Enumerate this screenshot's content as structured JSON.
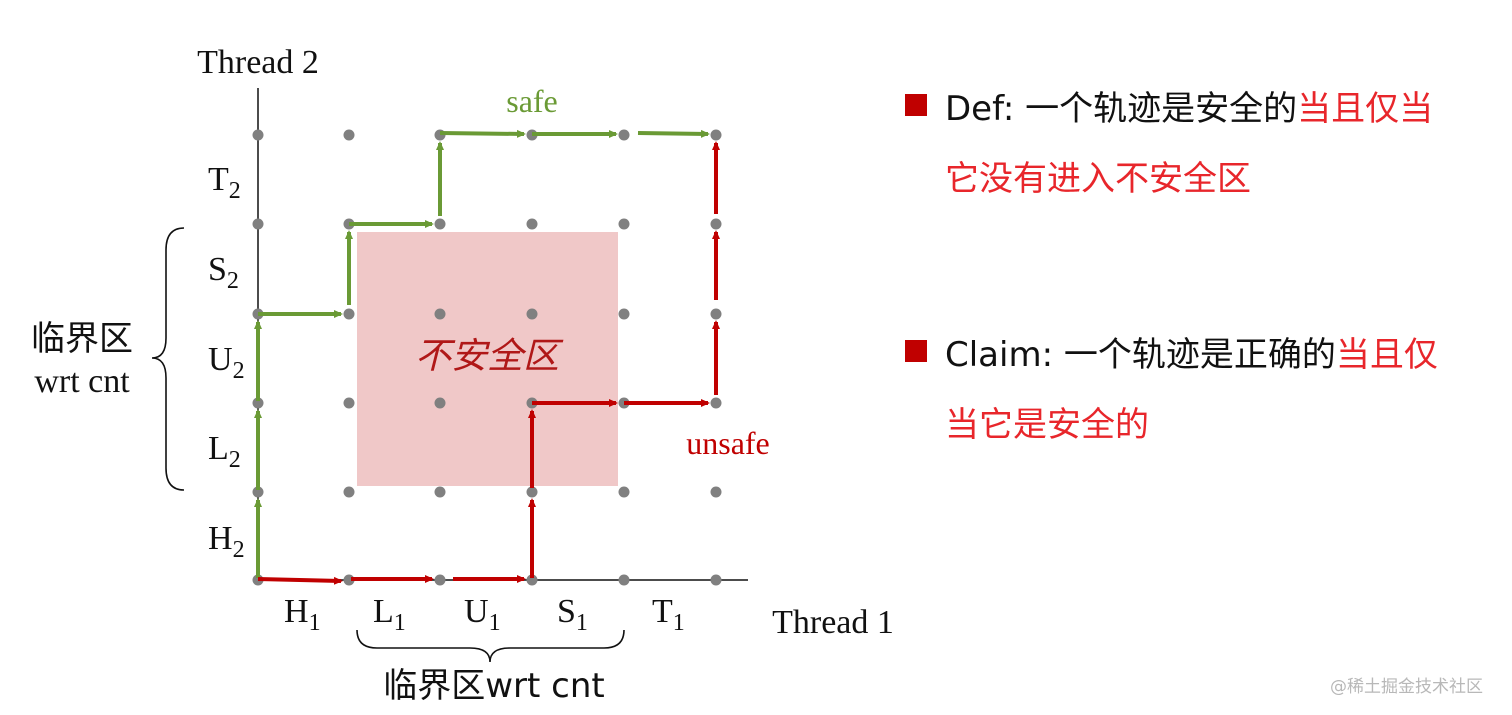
{
  "axes": {
    "y_title": "Thread 2",
    "x_title": "Thread 1",
    "y_labels": [
      {
        "base": "H",
        "sub": "2"
      },
      {
        "base": "L",
        "sub": "2"
      },
      {
        "base": "U",
        "sub": "2"
      },
      {
        "base": "S",
        "sub": "2"
      },
      {
        "base": "T",
        "sub": "2"
      }
    ],
    "x_labels": [
      {
        "base": "H",
        "sub": "1"
      },
      {
        "base": "L",
        "sub": "1"
      },
      {
        "base": "U",
        "sub": "1"
      },
      {
        "base": "S",
        "sub": "1"
      },
      {
        "base": "T",
        "sub": "1"
      }
    ]
  },
  "critical_section": {
    "left_line1": "临界区",
    "left_line2": "wrt cnt",
    "bottom": "临界区wrt cnt"
  },
  "unsafe_region_label": "不安全区",
  "trajectories": {
    "safe_label": "safe",
    "unsafe_label": "unsafe",
    "safe_color": "#6a9a35",
    "unsafe_color": "#c00000"
  },
  "colors": {
    "unsafe_region": "#f0c8c8",
    "grid_point": "#808080",
    "bullet": "#c00000",
    "highlight_text": "#e8262b"
  },
  "bullets": [
    {
      "prefix": "Def: 一个轨迹是安全的",
      "highlight_1": "当且仅当",
      "highlight_2": "它没有进入不安全区"
    },
    {
      "prefix": "Claim: 一个轨迹是正确的",
      "highlight_1": "当且仅",
      "highlight_2": "当它是安全的"
    }
  ],
  "watermark": "@稀土掘金技术社区"
}
